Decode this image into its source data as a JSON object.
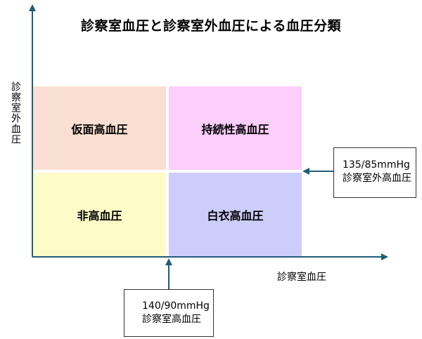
{
  "title": "診察室血圧と診察室外血圧による血圧分類",
  "axes": {
    "y_label": "診察室外血圧",
    "x_label": "診察室血圧"
  },
  "quadrants": {
    "top_left": {
      "label": "仮面高血圧",
      "color": "#fae0d2"
    },
    "top_right": {
      "label": "持続性高血圧",
      "color": "#fccefc"
    },
    "bottom_left": {
      "label": "非高血圧",
      "color": "#fdfcc8"
    },
    "bottom_right": {
      "label": "白衣高血圧",
      "color": "#cccdfb"
    }
  },
  "thresholds": {
    "out_of_office": {
      "value": "135/85mmHg",
      "caption": "診察室外高血圧"
    },
    "in_office": {
      "value": "140/90mmHg",
      "caption": "診察室高血圧"
    }
  },
  "colors": {
    "axis": "#1f5c7a"
  }
}
